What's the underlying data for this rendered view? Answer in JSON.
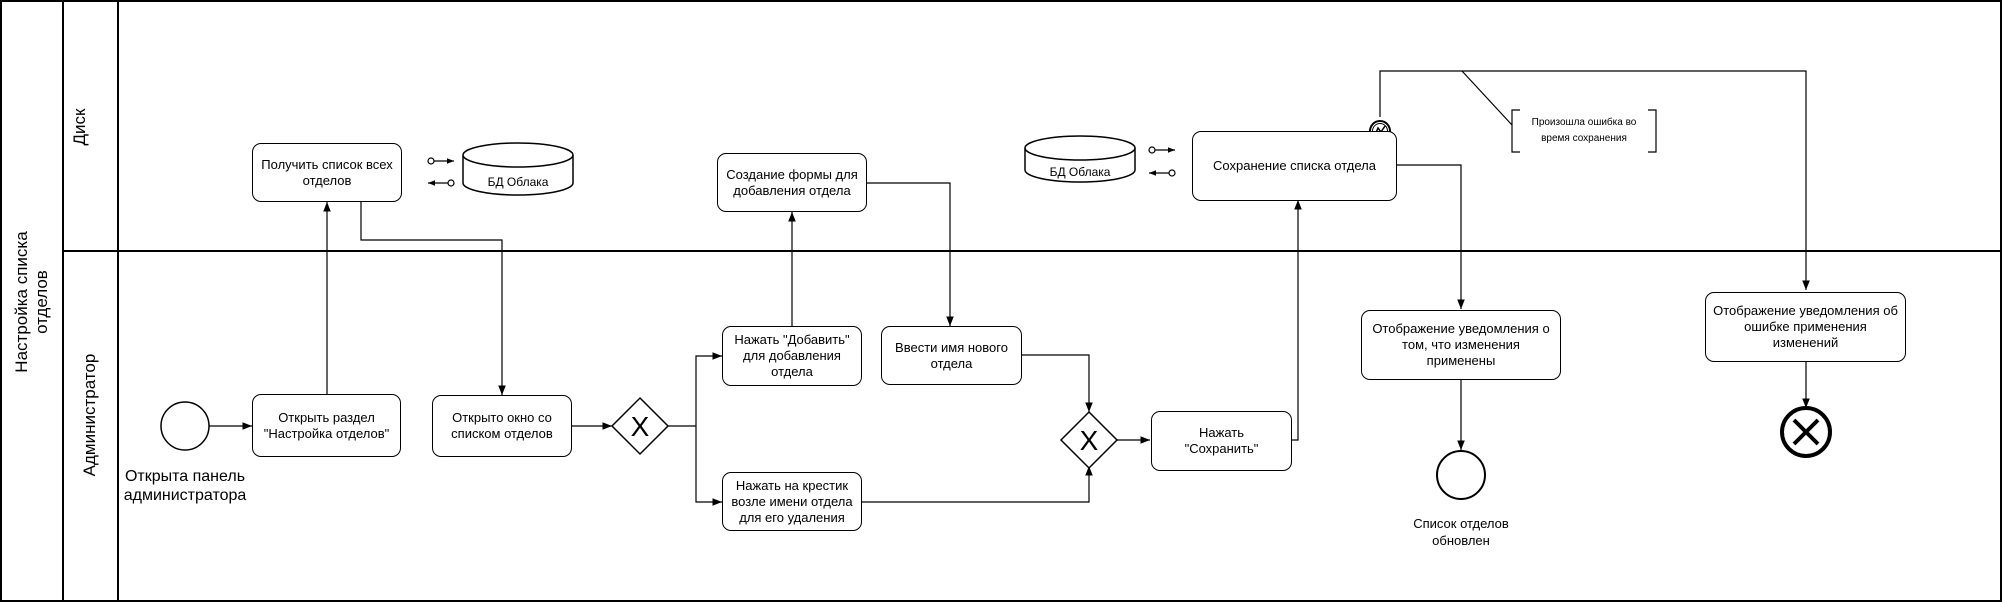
{
  "pool": {
    "title": "Настройка списка\nотделов"
  },
  "lanes": {
    "top": "Диск",
    "bottom": "Администратор"
  },
  "start_event": {
    "label": "Открыта панель\nадминистратора"
  },
  "end_event": {
    "label": "Список отделов\nобновлен"
  },
  "tasks": {
    "get_all_departments": "Получить список всех\nотделов",
    "open_settings_section": "Открыть раздел\n\"Настройка отделов\"",
    "window_opened": "Открыто окно со\nсписком отделов",
    "press_add": "Нажать \"Добавить\"\nдля добавления\nотдела",
    "create_form": "Создание формы для\nдобавления отдела",
    "enter_name": "Ввести имя нового\nотдела",
    "press_cross": "Нажать на крестик\nвозле имени отдела\nдля его удаления",
    "press_save": "Нажать\n\"Сохранить\"",
    "save_list": "Сохранение списка отдела",
    "show_success": "Отображение уведомления о\nтом, что изменения применены",
    "show_error": "Отображение уведомления об\nошибке применения изменений"
  },
  "data_stores": {
    "db_left": "БД Облака",
    "db_right": "БД Облака"
  },
  "gateways": {
    "symbol": "X"
  },
  "annotation": {
    "text": "Произошла ошибка во\nвремя сохранения"
  }
}
